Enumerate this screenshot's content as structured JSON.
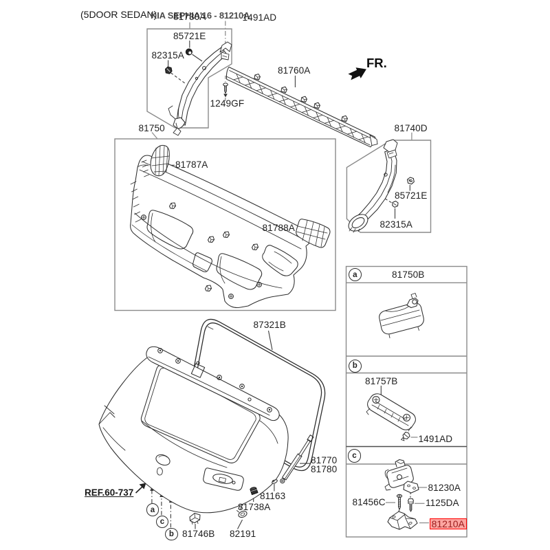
{
  "page": {
    "title": "(5DOOR SEDAN)",
    "watermark": "KIA SEPHIA'16 - 81210A",
    "direction_label": "FR.",
    "reference_link": "REF.60-737"
  },
  "colors": {
    "highlight_fill": "#fca6a1",
    "highlight_border": "#ff0000",
    "highlight_text": "#9b1b1b",
    "line_dark": "#2d2d2d",
    "line_gray": "#8a8a8a",
    "label_text": "#1f1f1f",
    "watermark_text": "#4a4a4a"
  },
  "callouts": {
    "c81730A": {
      "text": "81730A"
    },
    "c1491AD_top": {
      "text": "1491AD"
    },
    "c85721E_left": {
      "text": "85721E"
    },
    "c82315A_left": {
      "text": "82315A"
    },
    "c1249GF": {
      "text": "1249GF"
    },
    "c81750": {
      "text": "81750"
    },
    "c81787A": {
      "text": "81787A"
    },
    "c81788A": {
      "text": "81788A"
    },
    "c81760A": {
      "text": "81760A"
    },
    "c81740D": {
      "text": "81740D"
    },
    "c85721E_right": {
      "text": "85721E"
    },
    "c82315A_right": {
      "text": "82315A"
    },
    "c87321B": {
      "text": "87321B"
    },
    "c81770": {
      "text": "81770"
    },
    "c81780": {
      "text": "81780"
    },
    "c81163": {
      "text": "81163"
    },
    "c81738A": {
      "text": "81738A"
    },
    "c82191": {
      "text": "82191"
    },
    "c81746B": {
      "text": "81746B"
    },
    "c81750B": {
      "text": "81750B"
    },
    "c81757B": {
      "text": "81757B"
    },
    "c1491AD_b": {
      "text": "1491AD"
    },
    "c81230A": {
      "text": "81230A"
    },
    "c81456C": {
      "text": "81456C"
    },
    "c1125DA": {
      "text": "1125DA"
    },
    "c81210A": {
      "text": "81210A"
    }
  },
  "sections": {
    "a": {
      "marker": "a",
      "part": "81750B"
    },
    "b": {
      "marker": "b",
      "part": "81757B",
      "fastener": "1491AD"
    },
    "c": {
      "marker": "c",
      "parts": [
        "81230A",
        "81456C",
        "1125DA",
        "81210A"
      ],
      "highlighted_part": "81210A"
    }
  },
  "view_markers": {
    "m_a": {
      "text": "a"
    },
    "m_b": {
      "text": "b"
    },
    "m_c": {
      "text": "c"
    }
  }
}
